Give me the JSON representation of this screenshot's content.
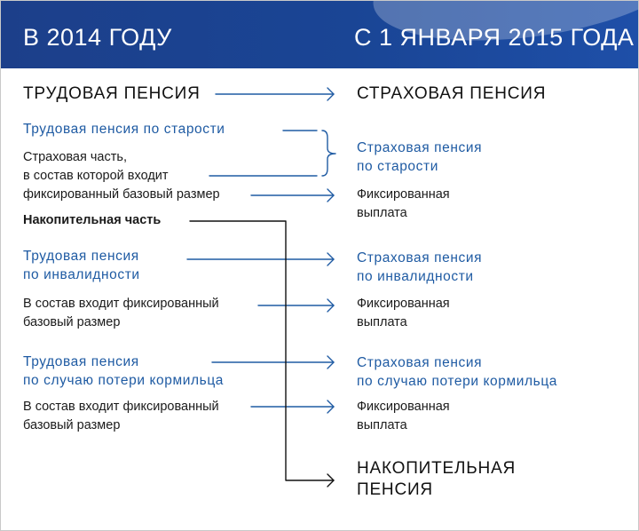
{
  "header": {
    "left": "В 2014 ГОДУ",
    "right": "С 1 ЯНВАРЯ 2015 ГОДА"
  },
  "left": {
    "labor_pension": "ТРУДОВАЯ ПЕНСИЯ",
    "old_age": "Трудовая пенсия по старости",
    "insurance_part": [
      "Страховая часть,",
      "в состав которой входит",
      "фиксированный базовый размер"
    ],
    "funded_part": "Накопительная часть",
    "disability": [
      "Трудовая пенсия",
      "по инвалидности"
    ],
    "disability_sub": [
      "В состав входит фиксированный",
      "базовый размер"
    ],
    "survivor": [
      "Трудовая пенсия",
      "по случаю потери кормильца"
    ],
    "survivor_sub": [
      "В состав входит фиксированный",
      "базовый размер"
    ]
  },
  "right": {
    "insurance_pension": "СТРАХОВАЯ ПЕНСИЯ",
    "old_age": [
      "Страховая пенсия",
      "по старости"
    ],
    "fixed_1": [
      "Фиксированная",
      "выплата"
    ],
    "disability": [
      "Страховая пенсия",
      "по инвалидности"
    ],
    "fixed_2": [
      "Фиксированная",
      "выплата"
    ],
    "survivor": [
      "Страховая пенсия",
      "по случаю потери кормильца"
    ],
    "fixed_3": [
      "Фиксированная",
      "выплата"
    ],
    "funded_pension": [
      "НАКОПИТЕЛЬНАЯ",
      "ПЕНСИЯ"
    ]
  },
  "colors": {
    "header_bg": "#1c3f8a",
    "accent_blue": "#1f5ba3",
    "connector": "#1f5ba3",
    "funded_connector": "#111111"
  }
}
